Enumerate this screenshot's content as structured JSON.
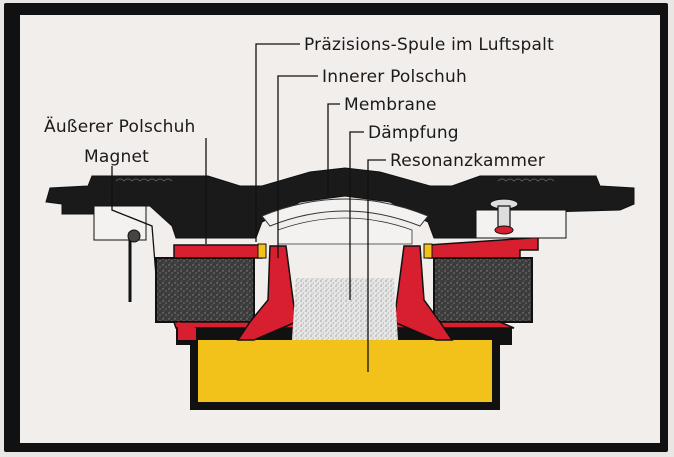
{
  "labels": {
    "coil": "Präzisions-Spule im Luftspalt",
    "inner_pole": "Innerer Polschuh",
    "membrane": "Membrane",
    "damping": "Dämpfung",
    "resonance": "Resonanzkammer",
    "outer_pole": "Äußerer Polschuh",
    "magnet": "Magnet"
  },
  "colors": {
    "frame": "#111111",
    "background": "#f1eeec",
    "pole_pieces": "#d81f2f",
    "resonance_chamber": "#f2c21a",
    "magnet": "#3a3a3a"
  }
}
